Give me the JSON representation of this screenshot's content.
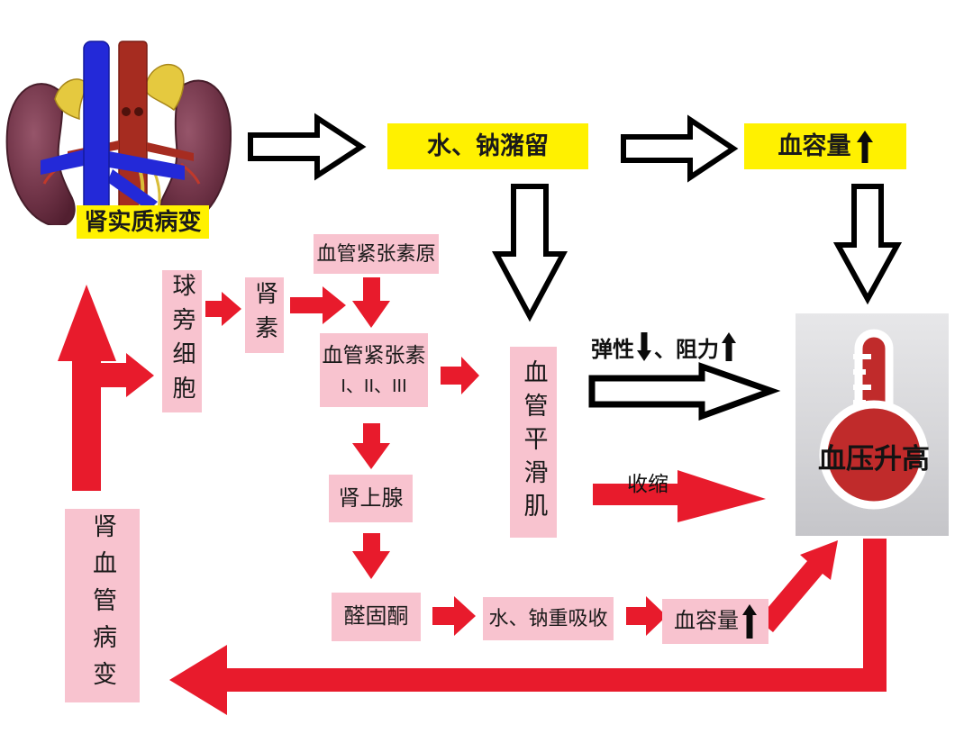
{
  "nodes": {
    "kidney_label": "肾实质病变",
    "water_sodium_retention": "水、钠潴留",
    "blood_volume_top": "血容量",
    "juxtaglomerular_cells": "球旁细胞",
    "renin": "肾素",
    "angiotensinogen": "血管紧张素原",
    "angiotensin_line1": "血管紧张素",
    "angiotensin_line2": "I、II、III",
    "vascular_smooth_muscle": "血管平滑肌",
    "adrenal_gland": "肾上腺",
    "aldosterone": "醛固酮",
    "water_sodium_reabsorption": "水、钠重吸收",
    "blood_volume_bottom": "血容量",
    "renal_vascular_disease": "肾血管病变",
    "blood_pressure_high": "血压升高"
  },
  "annotations": {
    "elasticity": "弹性",
    "resistance": "、阻力",
    "contraction": "收缩"
  },
  "icons": {
    "up_arrow": "↑",
    "down_arrow": "↓"
  },
  "colors": {
    "yellow_box": "#FFF100",
    "pink_box": "#F8C3CF",
    "red_arrow": "#E81B2C",
    "outlined_arrow_fill": "#FFFFFF",
    "outlined_arrow_stroke": "#000000",
    "thermometer_red": "#C02B2B",
    "text": "#1A1A1A"
  }
}
